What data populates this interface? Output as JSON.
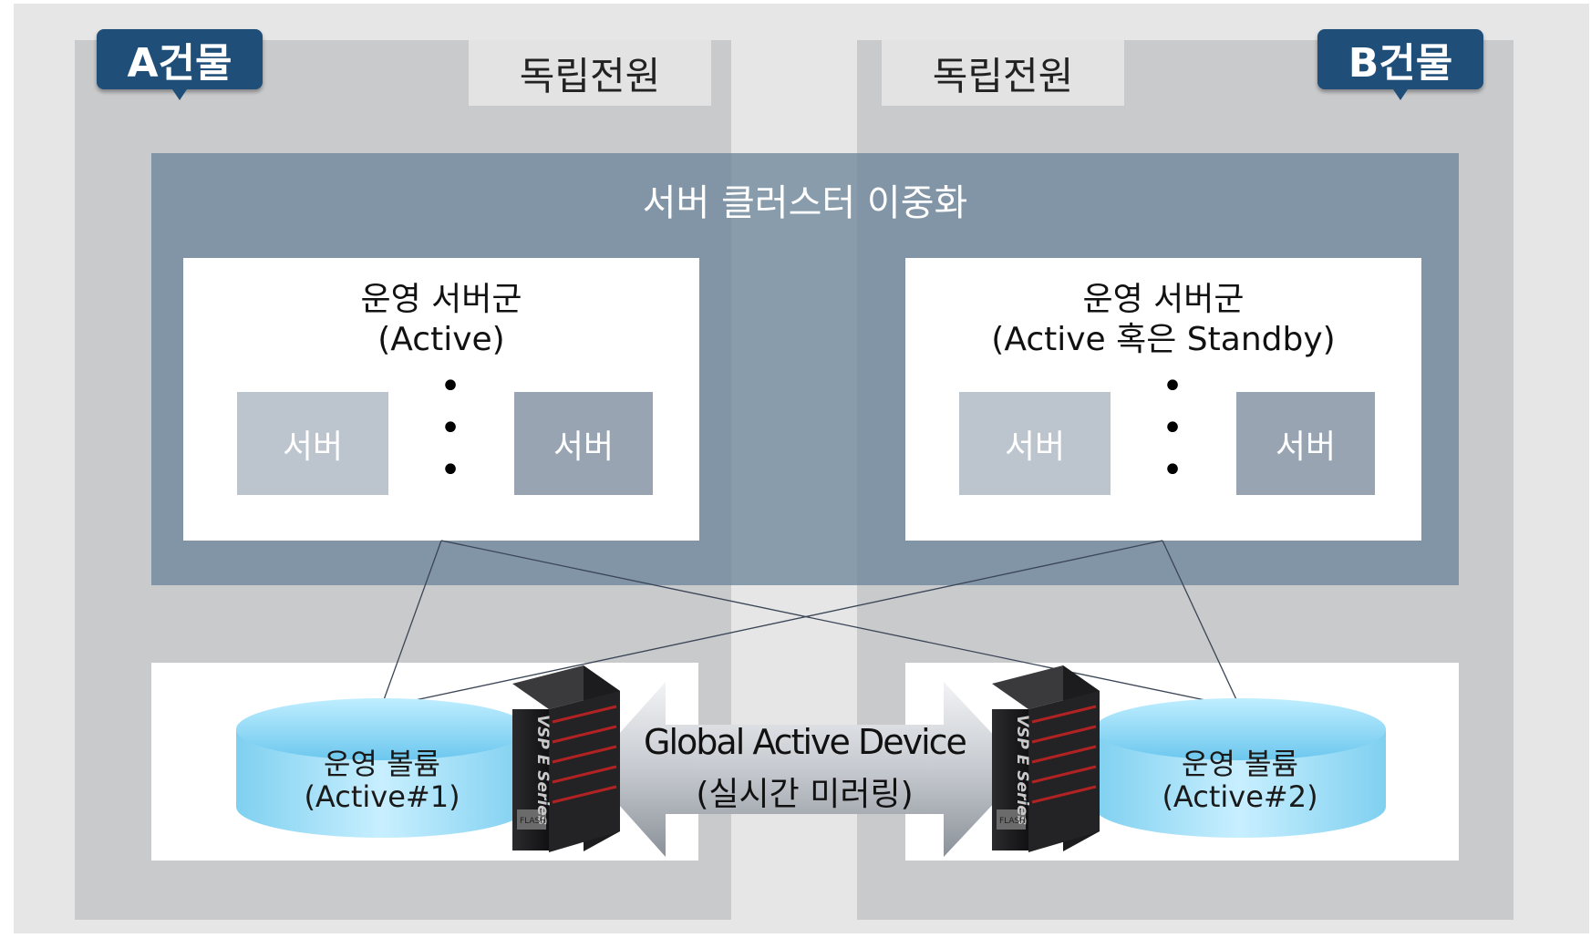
{
  "buildings": {
    "a": {
      "badge": "A건물",
      "power": "독립전원"
    },
    "b": {
      "badge": "B건물",
      "power": "독립전원"
    }
  },
  "cluster": {
    "title": "서버 클러스터 이중화"
  },
  "groups": {
    "left": {
      "title": "운영 서버군",
      "subtitle": "(Active)",
      "server1": "서버",
      "server2": "서버",
      "dots": "• • •"
    },
    "right": {
      "title": "운영 서버군",
      "subtitle": "(Active 혹은 Standby)",
      "server1": "서버",
      "server2": "서버",
      "dots": "• • •"
    }
  },
  "volumes": {
    "left": {
      "title": "운영 볼륨",
      "subtitle": "(Active#1)"
    },
    "right": {
      "title": "운영 볼륨",
      "subtitle": "(Active#2)"
    }
  },
  "storage_label": {
    "series": "VSP E Series",
    "flash": "FLASH"
  },
  "gad": {
    "line1": "Global Active Device",
    "line2": "(실시간 미러링)"
  },
  "colors": {
    "badge": "#1f4e79",
    "cluster": "#7d93a6",
    "building": "#c9cacc",
    "volume": "#8fd6f2"
  }
}
